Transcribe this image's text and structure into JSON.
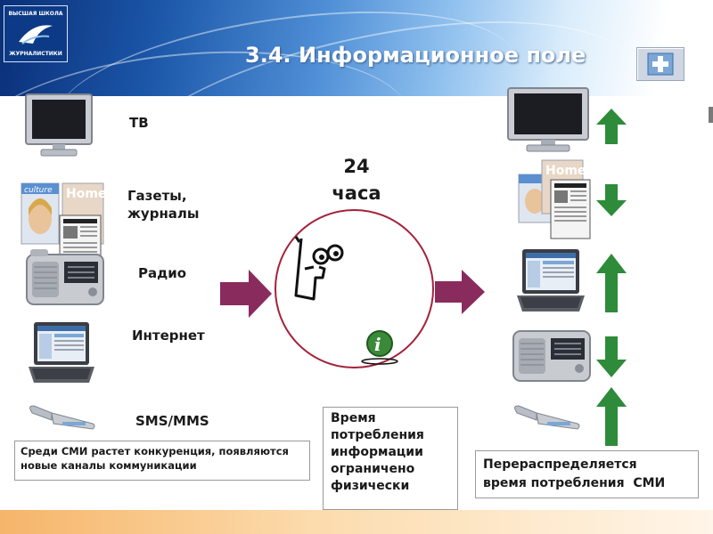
{
  "header": {
    "logo_lines": [
      "ВЫСШАЯ ШКОЛА",
      "ЖУРНАЛИСТИКИ"
    ],
    "title": "3.4. Информационное поле"
  },
  "media_labels": {
    "tv": "ТВ",
    "newspapers_line1": "Газеты,",
    "newspapers_line2": "журналы",
    "radio": "Радио",
    "internet": "Интернет",
    "sms": "SMS/MMS"
  },
  "center": {
    "line1": "24",
    "line2": "часа"
  },
  "boxes": {
    "competition_line1": "Среди СМИ растет конкуренция, появляются",
    "competition_line2": "новые каналы коммуникации",
    "time_lines": [
      "Время",
      "потребления",
      "информации",
      "ограничено",
      "физически"
    ],
    "redistribute_line1": "Перераспределяется",
    "redistribute_line2": "время потребления  СМИ"
  },
  "magazine_covers": {
    "culture": "culture",
    "home": "Home"
  },
  "trend_arrows": [
    "up",
    "down",
    "up",
    "down",
    "up"
  ],
  "colors": {
    "arrow_maroon": "#8a2b5e",
    "arrow_green": "#2e8b3a",
    "circle": "#a3223a",
    "header_dark": "#0a2f78"
  },
  "icons": {
    "center_face": "thinking-face-icon",
    "info": "info-icon",
    "plus": "plus-icon"
  }
}
